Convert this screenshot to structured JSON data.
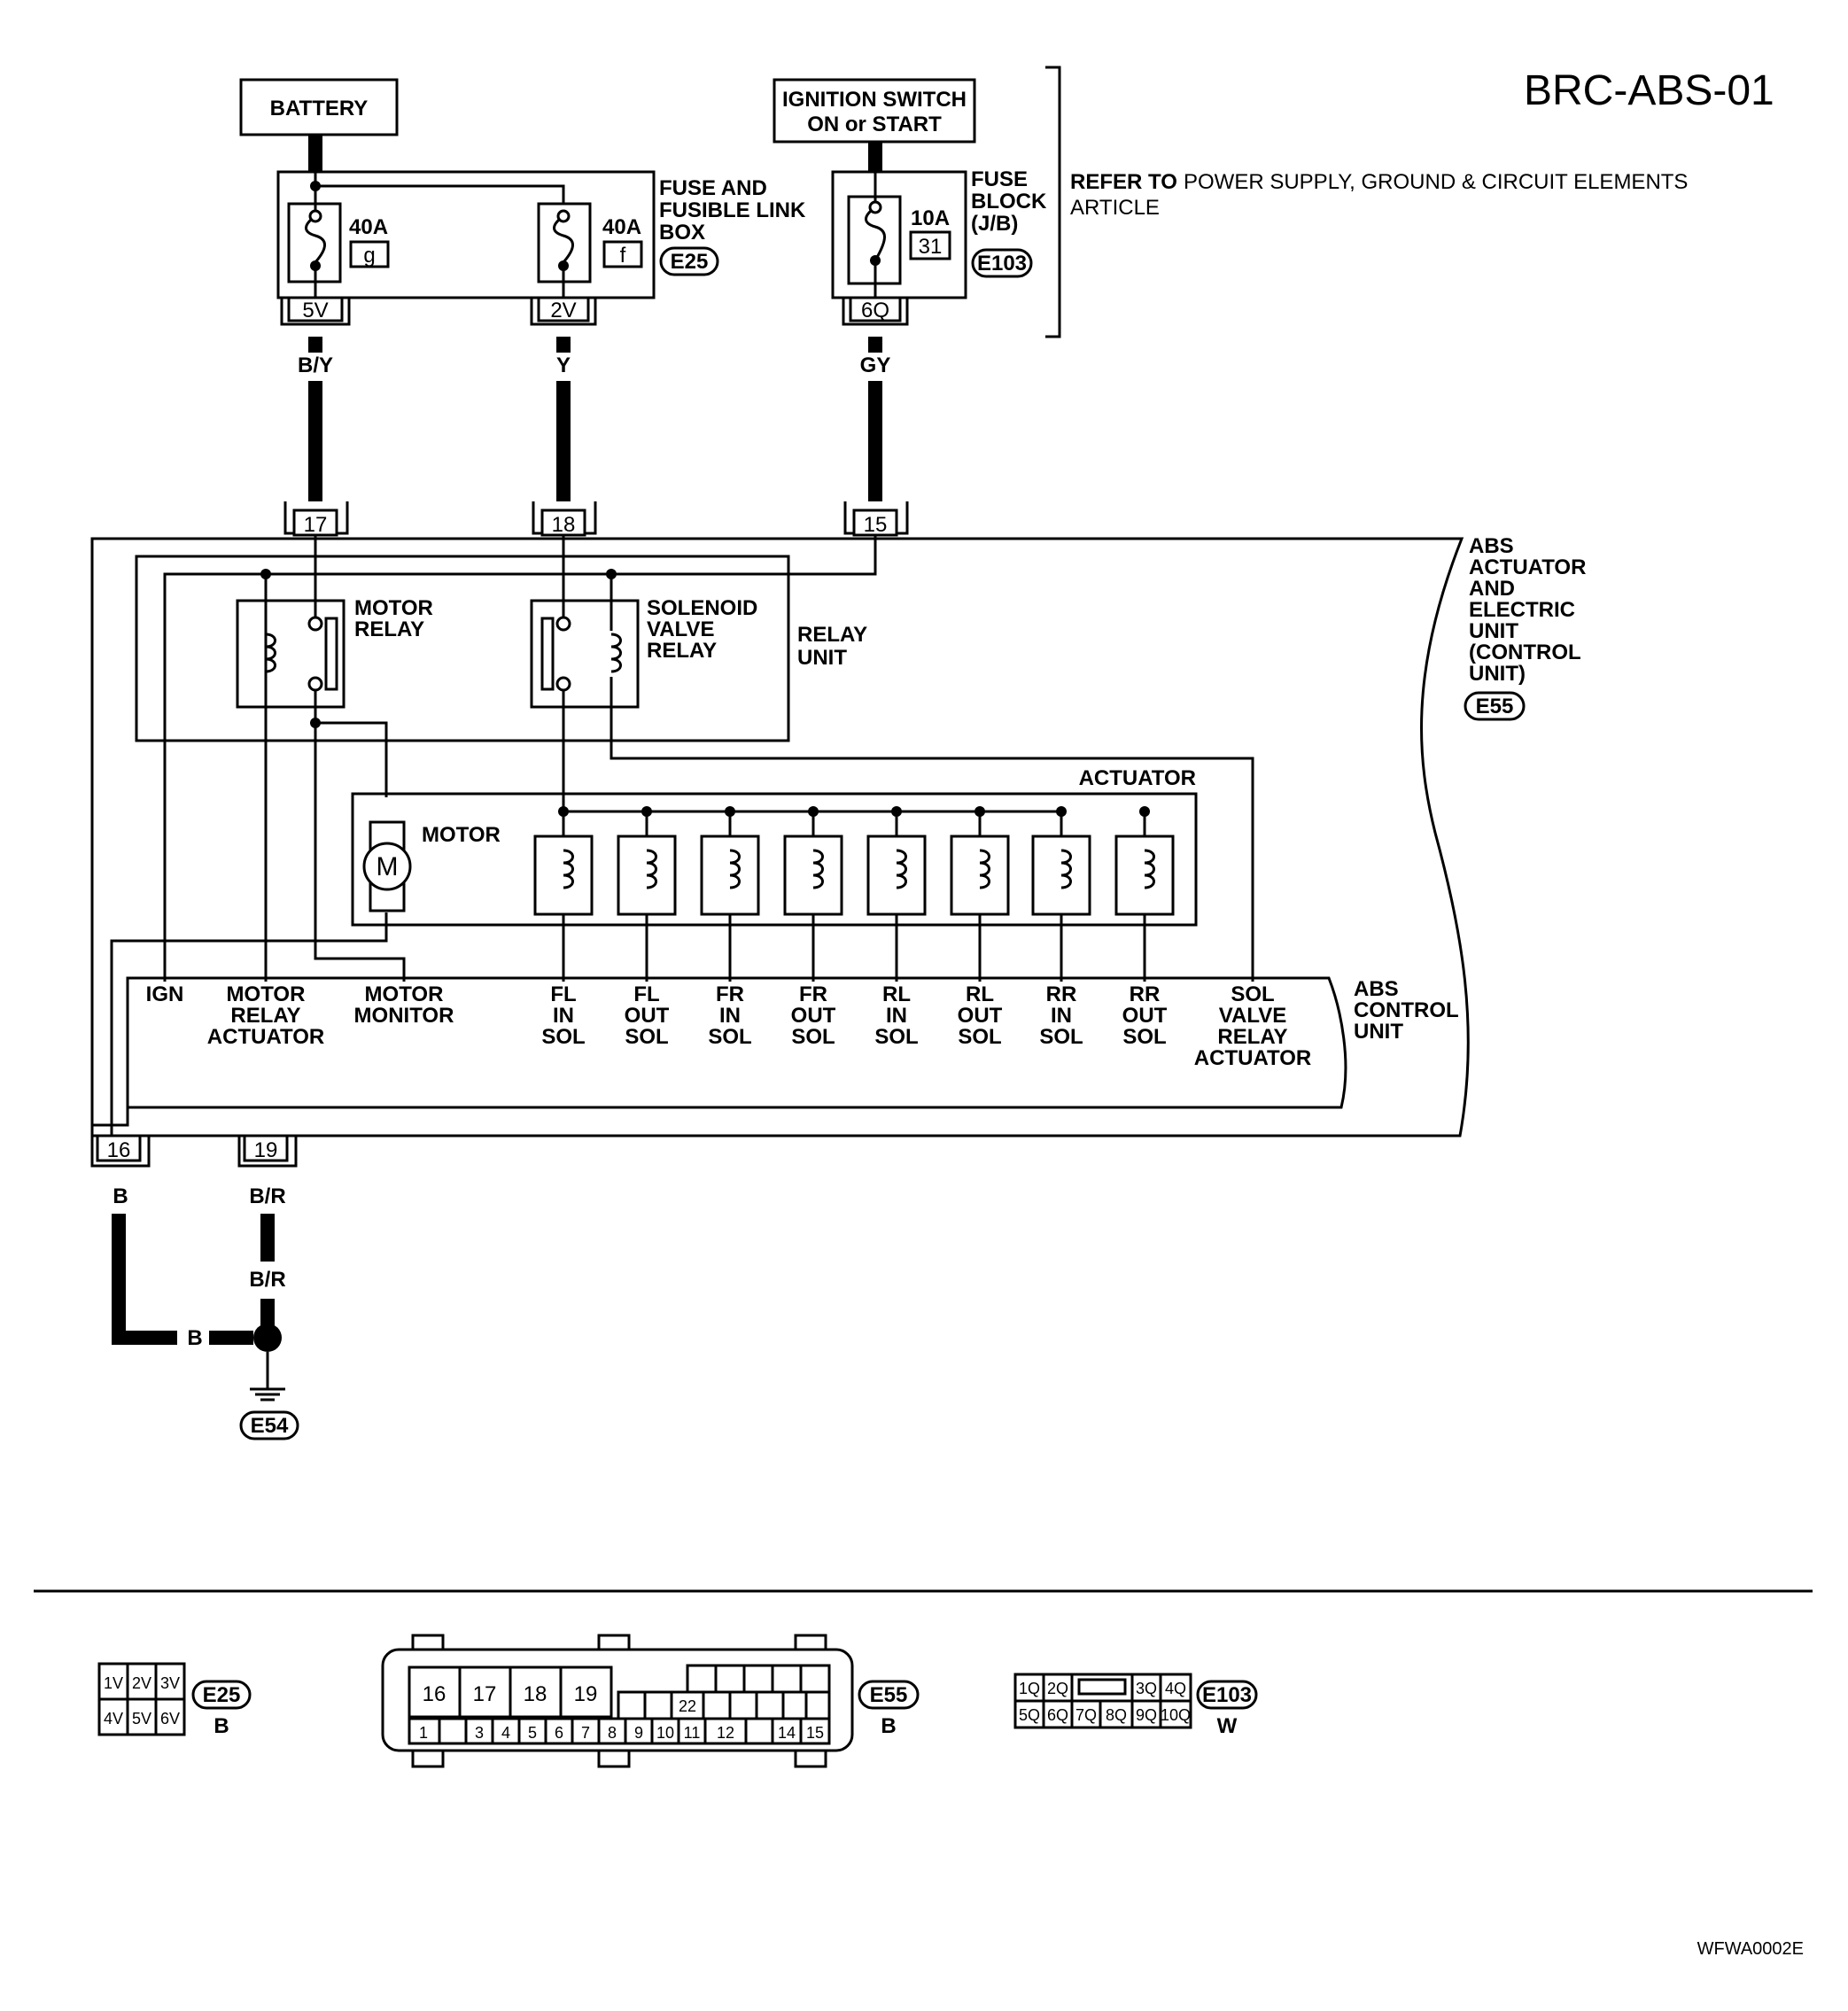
{
  "diagram_id": "BRC-ABS-01",
  "footer_code": "WFWA0002E",
  "refer_note": {
    "prefix": "REFER TO",
    "line1": "POWER SUPPLY, GROUND & CIRCUIT ELEMENTS",
    "line2": "ARTICLE"
  },
  "sources": {
    "battery": "BATTERY",
    "ignition_line1": "IGNITION SWITCH",
    "ignition_line2": "ON or START"
  },
  "fuse_box": {
    "line1": "FUSE AND",
    "line2": "FUSIBLE LINK",
    "line3": "BOX",
    "connector": "E25",
    "fuse_g_rating": "40A",
    "fuse_g_id": "g",
    "fuse_f_rating": "40A",
    "fuse_f_id": "f",
    "term_g": "5V",
    "term_f": "2V"
  },
  "fuse_block": {
    "line1": "FUSE",
    "line2": "BLOCK",
    "line3": "(J/B)",
    "connector": "E103",
    "fuse_rating": "10A",
    "fuse_id": "31",
    "term": "6Q"
  },
  "wire_colors": {
    "w17": "B/Y",
    "w18": "Y",
    "w15": "GY",
    "w16": "B",
    "w19": "B/R",
    "w19b": "B/R",
    "ground_join": "B"
  },
  "abs_unit_pins": {
    "p17": "17",
    "p18": "18",
    "p15": "15",
    "p16": "16",
    "p19": "19"
  },
  "abs_unit_label": {
    "line1": "ABS",
    "line2": "ACTUATOR",
    "line3": "AND",
    "line4": "ELECTRIC",
    "line5": "UNIT",
    "line6": "(CONTROL",
    "line7": "UNIT)",
    "connector": "E55"
  },
  "relay_unit": {
    "line1": "RELAY",
    "line2": "UNIT",
    "motor_relay_line1": "MOTOR",
    "motor_relay_line2": "RELAY",
    "sol_relay_line1": "SOLENOID",
    "sol_relay_line2": "VALVE",
    "sol_relay_line3": "RELAY"
  },
  "actuator": {
    "label": "ACTUATOR",
    "motor_label": "MOTOR",
    "motor_symbol": "M"
  },
  "control_unit": {
    "line1": "ABS",
    "line2": "CONTROL",
    "line3": "UNIT",
    "terminals": {
      "ign": "IGN",
      "mra1": "MOTOR",
      "mra2": "RELAY",
      "mra3": "ACTUATOR",
      "mm1": "MOTOR",
      "mm2": "MONITOR",
      "flin1": "FL",
      "flin2": "IN",
      "flin3": "SOL",
      "flout1": "FL",
      "flout2": "OUT",
      "flout3": "SOL",
      "frin1": "FR",
      "frin2": "IN",
      "frin3": "SOL",
      "frout1": "FR",
      "frout2": "OUT",
      "frout3": "SOL",
      "rlin1": "RL",
      "rlin2": "IN",
      "rlin3": "SOL",
      "rlout1": "RL",
      "rlout2": "OUT",
      "rlout3": "SOL",
      "rrin1": "RR",
      "rrin2": "IN",
      "rrin3": "SOL",
      "rrout1": "RR",
      "rrout2": "OUT",
      "rrout3": "SOL",
      "svra1": "SOL",
      "svra2": "VALVE",
      "svra3": "RELAY",
      "svra4": "ACTUATOR"
    }
  },
  "ground": {
    "connector": "E54"
  },
  "connector_views": {
    "e25": {
      "id": "E25",
      "color": "B",
      "top": [
        "1V",
        "2V",
        "3V"
      ],
      "bottom": [
        "4V",
        "5V",
        "6V"
      ]
    },
    "e55": {
      "id": "E55",
      "color": "B",
      "top": [
        "16",
        "17",
        "18",
        "19"
      ],
      "mid": "22",
      "bottom": [
        "1",
        "3",
        "4",
        "5",
        "6",
        "7",
        "8",
        "9",
        "10",
        "11",
        "12",
        "14",
        "15"
      ]
    },
    "e103": {
      "id": "E103",
      "color": "W",
      "top": [
        "1Q",
        "2Q",
        "3Q",
        "4Q"
      ],
      "bottom": [
        "5Q",
        "6Q",
        "7Q",
        "8Q",
        "9Q",
        "10Q"
      ]
    }
  }
}
